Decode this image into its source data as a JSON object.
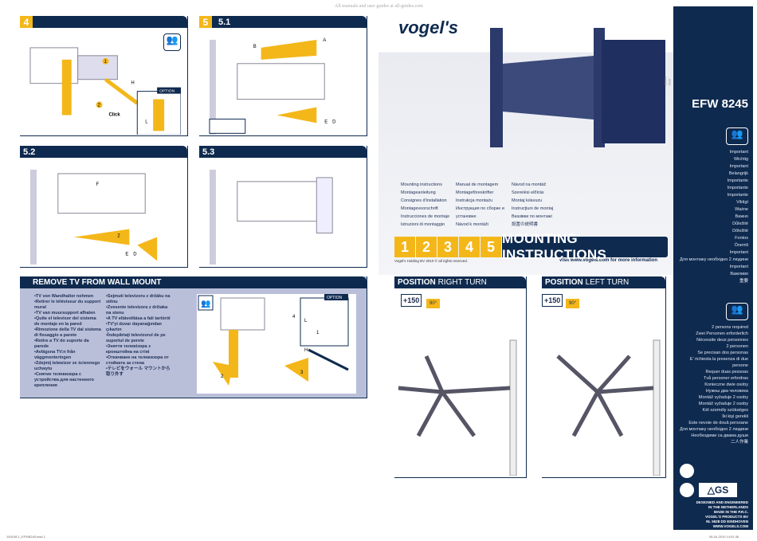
{
  "watermark": "All manuals and user guides at all-guides.com",
  "panels": {
    "p4": {
      "num": "4",
      "sub": "",
      "labels": {
        "one": "1",
        "two": "2",
        "click": "Click",
        "h": "H",
        "option": "OPTION",
        "l": "L"
      }
    },
    "p51": {
      "num": "5",
      "sub": "5.1",
      "labels": {
        "a": "A",
        "b": "B",
        "e": "E",
        "d": "D"
      }
    },
    "p52": {
      "sub": "5.2",
      "labels": {
        "f": "F",
        "two": "2",
        "e": "E",
        "d": "D"
      }
    },
    "p53": {
      "sub": "5.3"
    }
  },
  "remove": {
    "title": "REMOVE TV FROM WALL MOUNT",
    "option": "OPTION",
    "labels": {
      "one": "1",
      "two": "2",
      "three": "3",
      "four": "4",
      "h": "H",
      "l": "L"
    },
    "col1": [
      "•TV von Wandhalter nehmen",
      "•Retirer le téléviseur du support mural",
      "•TV van muursupport afhalen",
      "•Quite el televisor del sistema de montaje en la pared",
      "•Rimozione della TV dal sistema di fissaggio a parete",
      "•Retire a TV do suporte da parede",
      "•Avlägsna TV:n från väggmonteringen",
      "•Zdejmij telewizor ze ściennego uchwytu",
      "•Снятие телевизора с устройства для настенного крепления"
    ],
    "col2": [
      "•Sejmutí televizoru z držáku na stěnu",
      "•Zvesenie televízora z držiaka na stenu",
      "•A TV eltávolítása a fali tartóról",
      "•TV'yi duvar dayanağından çıkartın",
      "•Îndepărtaţi televizorul de pe suportul de perete",
      "•Зняття телевізора з кронштейна на стіні",
      "•Откачване на телевизора от стойката за стена",
      "•テレビをウォール マウントから取り外す"
    ]
  },
  "cover": {
    "brand": "vogel's",
    "date": "06-04-2010",
    "model": "EFW 8245",
    "languages": [
      [
        "Mounting instructions",
        "Montageanleitung",
        "Consignes d'installation",
        "Montagevoorschrift",
        "Instrucciones de montaje",
        "Istruzioni di montaggio"
      ],
      [
        "Manual de montagem",
        "Montageföreskrifter",
        "Instrukcja montażu",
        "Инструкция по сборке и установке",
        "Návod k montáži"
      ],
      [
        "Návod na montáž",
        "Szerelési előírás",
        "Montaj kılavuzu",
        "Instrucţiuni de montaj",
        "Вказівки по монтажі",
        "設置の説明書"
      ]
    ],
    "steps": [
      "1",
      "2",
      "3",
      "4",
      "5"
    ],
    "bar_title": "MOUNTING INSTRUCTIONS",
    "copyright": "Vogel's Holding BV 2010 © all rights reserved.",
    "visit": "Visit www.vogels.com for more information"
  },
  "positions": [
    {
      "title_bold": "POSITION",
      "title_light": "RIGHT TURN",
      "plus": "+150",
      "angle": "90°"
    },
    {
      "title_bold": "POSITION",
      "title_light": "LEFT TURN",
      "plus": "+150",
      "angle": "90°"
    }
  ],
  "sidebar": {
    "important": [
      "Important",
      "Wichtig",
      "Important",
      "Belangrijk",
      "Importante",
      "Importante",
      "Importante",
      "Viktigt",
      "Ważne",
      "Важно",
      "Důležité",
      "Dôležité",
      "Fontos",
      "Önemli",
      "Important",
      "Для монтажу необхідно 2 людини Important",
      "Важливо",
      "重要"
    ],
    "persons": [
      "2 persons required",
      "Zwei Personen erforderlich",
      "Nécessite deux personnes",
      "2 personen",
      "Se precisan dos personas",
      "E' richiesta la presenza di due persone",
      "Requer duas pessoas",
      "Två personer erfordras",
      "Konieczne dwie osoby",
      "Нужны два человека",
      "Montáž vyžaduje 2 osoby",
      "Montáž vyžaduje 2 osoby",
      "Két személy szükséges",
      "İki kişi gerekli",
      "Este nevoie de două persoane",
      "Для монтажу необхідно 2 людини",
      "Необходими са двама души",
      "二人作業"
    ],
    "footer": [
      "DESIGNED AND ENGINEERED",
      "IN THE NETHERLANDS",
      "MADE IN THE P.R.C.",
      "VOGEL'S PRODUCTS BV",
      "NL 5628 DD EINDHOVEN",
      "WWW.VOGELS.COM"
    ]
  },
  "print": {
    "file": "100108-1_EFW8245.indd 1",
    "time": "06-04-2010 14:51:36"
  },
  "colors": {
    "navy": "#0f2a4f",
    "yellow": "#f4b71a",
    "lavender": "#b9bfd9"
  }
}
